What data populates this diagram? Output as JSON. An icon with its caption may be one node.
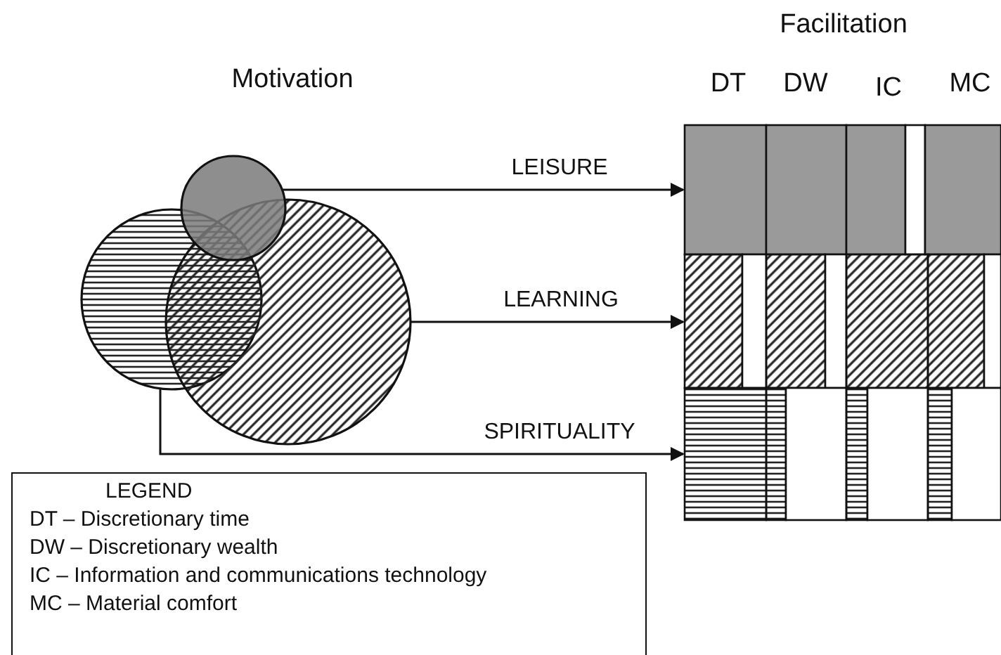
{
  "diagram": {
    "nodes": [
      {
        "text": [],
        "shape": "circle"
      },
      {
        "text": [],
        "shape": "circle"
      },
      {
        "text": [],
        "shape": "circle"
      },
      {
        "text": [],
        "shape": "bar"
      },
      {
        "text": [],
        "shape": "bar"
      },
      {
        "text": [],
        "shape": "bar"
      }
    ],
    "edges": [
      {
        "from": 0,
        "to": 3,
        "arrow": "to",
        "label": "LEISURE"
      },
      {
        "from": 2,
        "to": 4,
        "arrow": "to",
        "label": "LEARNING"
      },
      {
        "from": 1,
        "to": 5,
        "arrow": "to",
        "label": "SPIRITUALITY"
      }
    ],
    "labels": [
      "Facilitation",
      "Motivation",
      "DT",
      "DW",
      "IC",
      "MC",
      "LEGEND",
      "DT – Discretionary time",
      "DW – Discretionary wealth",
      "IC – Information and communications technology",
      "MC – Material comfort"
    ]
  }
}
